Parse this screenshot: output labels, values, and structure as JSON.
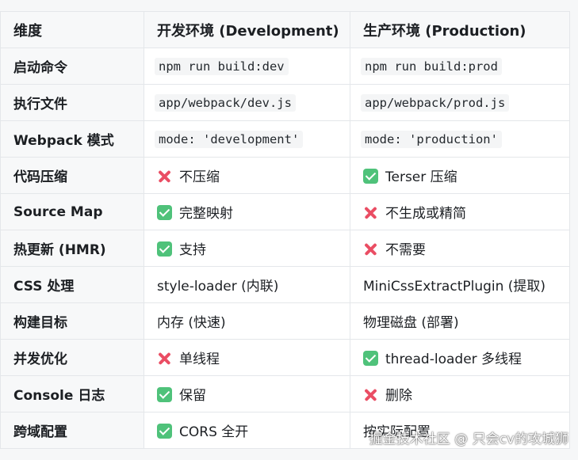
{
  "table": {
    "headers": [
      "维度",
      "开发环境 (Development)",
      "生产环境 (Production)"
    ],
    "rows": [
      {
        "dim": "启动命令",
        "dev": {
          "text": "npm run build:dev",
          "code": true
        },
        "prod": {
          "text": "npm run build:prod",
          "code": true
        }
      },
      {
        "dim": "执行文件",
        "dev": {
          "text": "app/webpack/dev.js",
          "code": true
        },
        "prod": {
          "text": "app/webpack/prod.js",
          "code": true
        }
      },
      {
        "dim": "Webpack 模式",
        "dev": {
          "text": "mode: 'development'",
          "code": true
        },
        "prod": {
          "text": "mode: 'production'",
          "code": true
        }
      },
      {
        "dim": "代码压缩",
        "dev": {
          "text": "不压缩",
          "icon": "cross-mark-icon"
        },
        "prod": {
          "text": "Terser 压缩",
          "icon": "check-mark-icon"
        }
      },
      {
        "dim": "Source Map",
        "dev": {
          "text": "完整映射",
          "icon": "check-mark-icon"
        },
        "prod": {
          "text": "不生成或精简",
          "icon": "cross-mark-icon"
        }
      },
      {
        "dim": "热更新 (HMR)",
        "dev": {
          "text": "支持",
          "icon": "check-mark-icon"
        },
        "prod": {
          "text": "不需要",
          "icon": "cross-mark-icon"
        }
      },
      {
        "dim": "CSS 处理",
        "dev": {
          "text": "style-loader (内联)"
        },
        "prod": {
          "text": "MiniCssExtractPlugin (提取)"
        }
      },
      {
        "dim": "构建目标",
        "dev": {
          "text": "内存 (快速)"
        },
        "prod": {
          "text": "物理磁盘 (部署)"
        }
      },
      {
        "dim": "并发优化",
        "dev": {
          "text": "单线程",
          "icon": "cross-mark-icon"
        },
        "prod": {
          "text": "thread-loader 多线程",
          "icon": "check-mark-icon"
        }
      },
      {
        "dim": "Console 日志",
        "dev": {
          "text": "保留",
          "icon": "check-mark-icon"
        },
        "prod": {
          "text": "删除",
          "icon": "cross-mark-icon"
        }
      },
      {
        "dim": "跨域配置",
        "dev": {
          "text": "CORS 全开",
          "icon": "check-mark-icon"
        },
        "prod": {
          "text": "按实际配置"
        }
      }
    ]
  },
  "watermark": "掘金技术社区 @ 只会cv的攻城狮",
  "colors": {
    "check": "#4fc27a",
    "cross": "#ea4d63"
  }
}
